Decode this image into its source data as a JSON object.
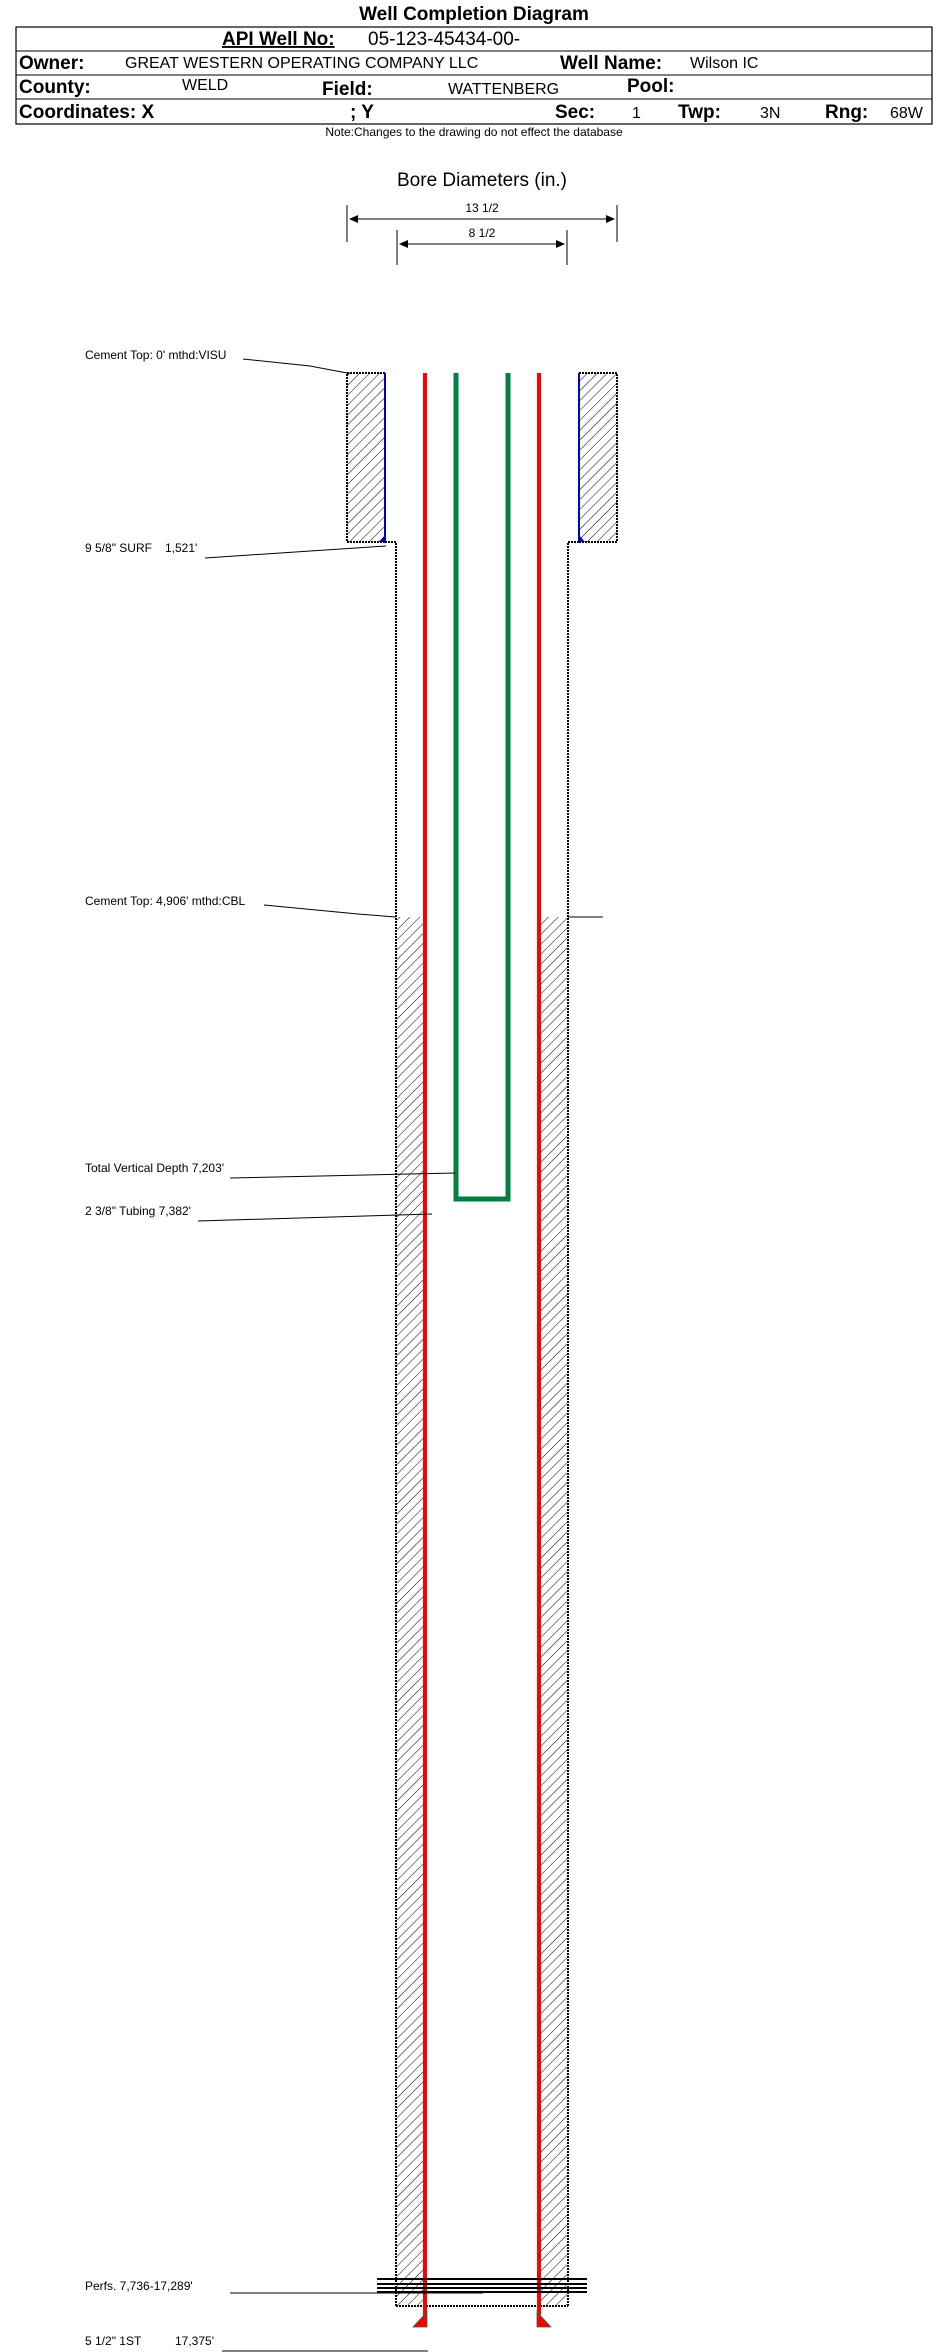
{
  "title": "Well Completion Diagram",
  "header": {
    "api_label": "API Well No:",
    "api_value": "05-123-45434-00-",
    "owner_label": "Owner:",
    "owner_value": "GREAT WESTERN OPERATING COMPANY LLC",
    "well_name_label": "Well Name:",
    "well_name_value": "Wilson IC",
    "county_label": "County:",
    "county_value": "WELD",
    "field_label": "Field:",
    "field_value": "WATTENBERG",
    "pool_label": "Pool:",
    "coord_label": "Coordinates: X",
    "coord_y_label": "; Y",
    "sec_label": "Sec:",
    "sec_value": "1",
    "twp_label": "Twp:",
    "twp_value": "3N",
    "rng_label": "Rng:",
    "rng_value": "68W"
  },
  "note": "Note:Changes to the drawing do not effect the database",
  "bore": {
    "title": "Bore Diameters (in.)",
    "outer": "13 1/2",
    "inner": "8 1/2"
  },
  "labels": {
    "cement_top_surface": "Cement Top: 0' mthd:VISU",
    "surface_casing": "9 5/8\" SURF",
    "surface_casing_depth": "1,521'",
    "cement_top_prod": "Cement Top: 4,906' mthd:CBL",
    "tvd": "Total Vertical Depth 7,203'",
    "tubing": "2 3/8\" Tubing 7,382'",
    "perfs": "Perfs. 7,736-17,289'",
    "prod_casing": "5 1/2\" 1ST",
    "prod_casing_depth": "17,375'"
  },
  "colors": {
    "casing": "#ff0000",
    "tubing": "#008040",
    "surface_casing": "#0000cc"
  }
}
